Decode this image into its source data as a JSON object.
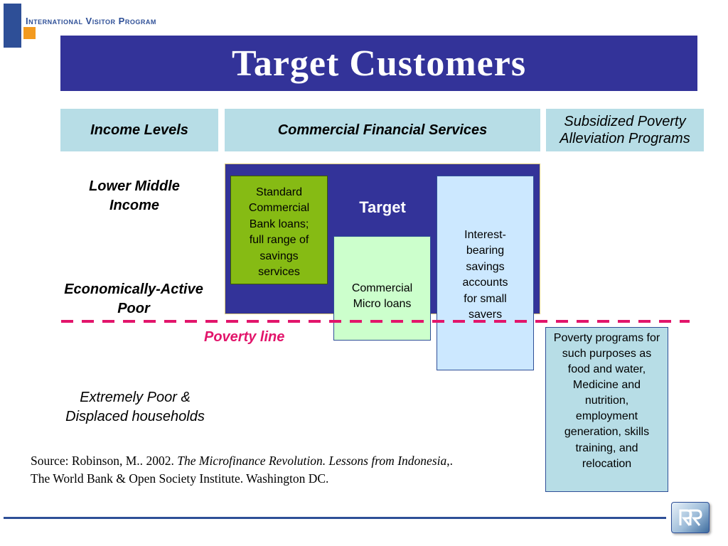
{
  "header": {
    "org_name": "International Visitor Program",
    "title": "Target Customers"
  },
  "columns": {
    "income_levels": "Income Levels",
    "commercial": "Commercial Financial Services",
    "subsidized": "Subsidized Poverty Alleviation Programs"
  },
  "levels": {
    "lower_middle": "Lower Middle Income",
    "active_poor": "Economically-Active Poor",
    "extremely_poor": "Extremely Poor & Displaced households"
  },
  "diagram": {
    "target_label": "Target",
    "standard_loans": "Standard Commercial Bank loans; full range of savings services",
    "micro_loans": "Commercial Micro loans",
    "savings_accounts": "Interest-bearing savings accounts for small savers",
    "poverty_programs": "Poverty programs for such purposes as food and water, Medicine and nutrition, employment generation, skills training, and relocation",
    "poverty_line_label": "Poverty line"
  },
  "source": {
    "prefix": "Source: Robinson, M.. 2002. ",
    "book_title": "The Microfinance Revolution.  Lessons from Indonesia",
    "suffix": ",. The World Bank & Open Society Institute. Washington DC."
  },
  "colors": {
    "title_bar": "#333399",
    "header_cells": "#b7dde6",
    "standard_box": "#86bb14",
    "micro_box": "#ccffcc",
    "savings_box": "#cce8ff",
    "poverty_line": "#e2156b",
    "org_blue": "#2e4f97",
    "org_orange": "#f39a1e"
  },
  "icons": {
    "org_logo": "ivp-logo-icon",
    "footer_logo": "rr-logo-icon"
  }
}
